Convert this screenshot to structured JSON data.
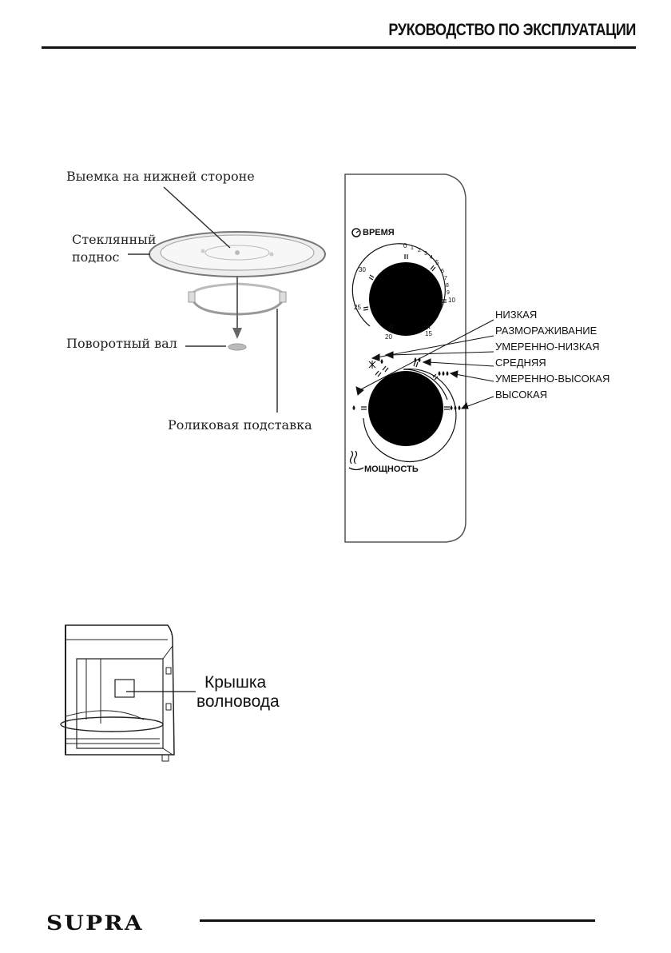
{
  "header": {
    "title": "РУКОВОДСТВО ПО ЭКСПЛУАТАЦИИ"
  },
  "turntable": {
    "notch_label": "Выемка на нижней стороне",
    "glass_tray_label_line1": "Стеклянный",
    "glass_tray_label_line2": "поднос",
    "shaft_label": "Поворотный вал",
    "roller_label": "Роликовая подставка"
  },
  "control_panel": {
    "time_label": "ВРЕМЯ",
    "power_label": "МОЩНОСТЬ",
    "time_scale": [
      "0",
      "1",
      "2",
      "3",
      "4",
      "5",
      "6",
      "7",
      "8",
      "9",
      "10",
      "15",
      "20",
      "25",
      "30"
    ],
    "power_levels": [
      "НИЗКАЯ",
      "РАЗМОРАЖИВАНИЕ",
      "УМЕРЕННО-НИЗКАЯ",
      "СРЕДНЯЯ",
      "УМЕРЕННО-ВЫСОКАЯ",
      "ВЫСОКАЯ"
    ]
  },
  "waveguide": {
    "label_line1": "Крышка",
    "label_line2": "волновода"
  },
  "footer": {
    "brand": "SUPRA"
  }
}
